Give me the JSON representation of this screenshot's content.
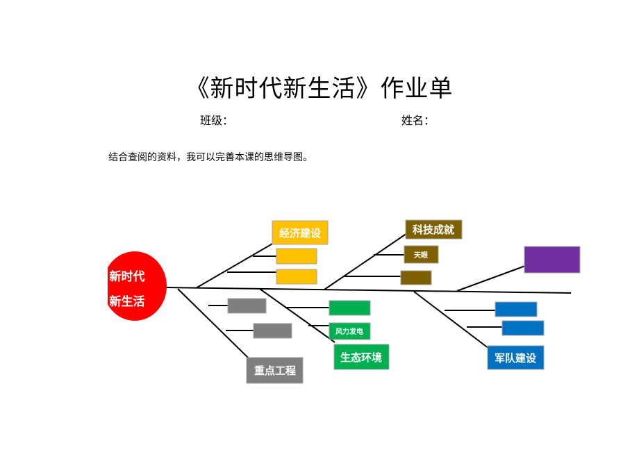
{
  "title": "《新时代新生活》作业单",
  "class_label": "班级：",
  "name_label": "姓名：",
  "instruction": "结合查阅的资料，我可以完善本课的思维导图。",
  "diagram": {
    "head_line1": "新时代",
    "head_line2": "新生活",
    "branches": {
      "economy": "经济建设",
      "tech": "科技成就",
      "tech_item": "天眼",
      "project": "重点工程",
      "ecology": "生态环境",
      "ecology_item": "风力发电",
      "military": "军队建设"
    },
    "colors": {
      "head": "#ff0000",
      "economy": "#ffc000",
      "tech": "#7f6000",
      "project": "#7f7f7f",
      "ecology": "#00b050",
      "military": "#0070c0",
      "purple": "#7030a0"
    }
  }
}
